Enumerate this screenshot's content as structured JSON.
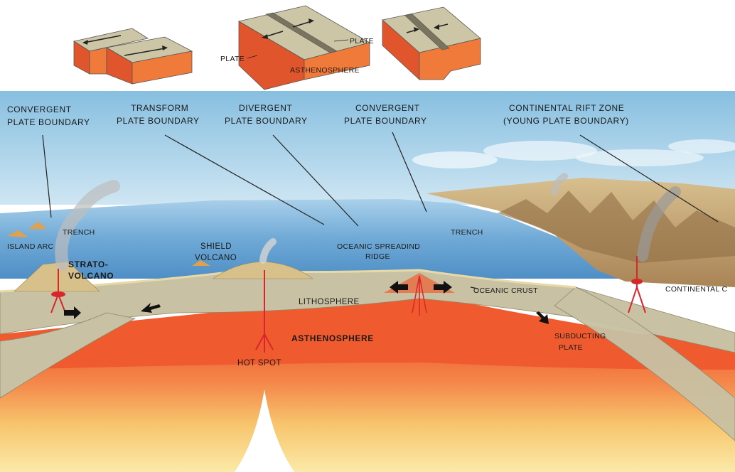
{
  "top_blocks": {
    "plate_left": "PLATE",
    "plate_right": "PLATE",
    "asthenosphere": "ASTHENOSPHERE"
  },
  "boundaries": {
    "convergent_left": [
      "CONVERGENT",
      "PLATE BOUNDARY"
    ],
    "transform": [
      "TRANSFORM",
      "PLATE BOUNDARY"
    ],
    "divergent": [
      "DIVERGENT",
      "PLATE BOUNDARY"
    ],
    "convergent_mid": [
      "CONVERGENT",
      "PLATE BOUNDARY"
    ],
    "rift": [
      "CONTINENTAL RIFT ZONE",
      "(YOUNG PLATE BOUNDARY)"
    ]
  },
  "features": {
    "trench_left": "TRENCH",
    "island_arc": "ISLAND ARC",
    "strato_volcano": [
      "STRATO-",
      "VOLCANO"
    ],
    "shield_volcano": [
      "SHIELD",
      "VOLCANO"
    ],
    "ridge": [
      "OCEANIC SPREADIND",
      "RIDGE"
    ],
    "trench_right": "TRENCH",
    "oceanic_crust": "OCEANIC CRUST",
    "continental_crust": "CONTINENTAL C",
    "lithosphere": "LITHOSPHERE",
    "asthenosphere": "ASTHENOSPHERE",
    "hot_spot": "HOT SPOT",
    "subducting_plate": [
      "SUBDUCTING",
      "PLATE"
    ]
  },
  "colors": {
    "sky_top": "#8fc3e2",
    "sea": "#6ea9d8",
    "lithosphere": "#c9c2a4",
    "asthenosphere": "#f0673a",
    "mantle_deep": "#f6cf7a",
    "land": "#c9a56a",
    "magma": "#d9262a"
  }
}
